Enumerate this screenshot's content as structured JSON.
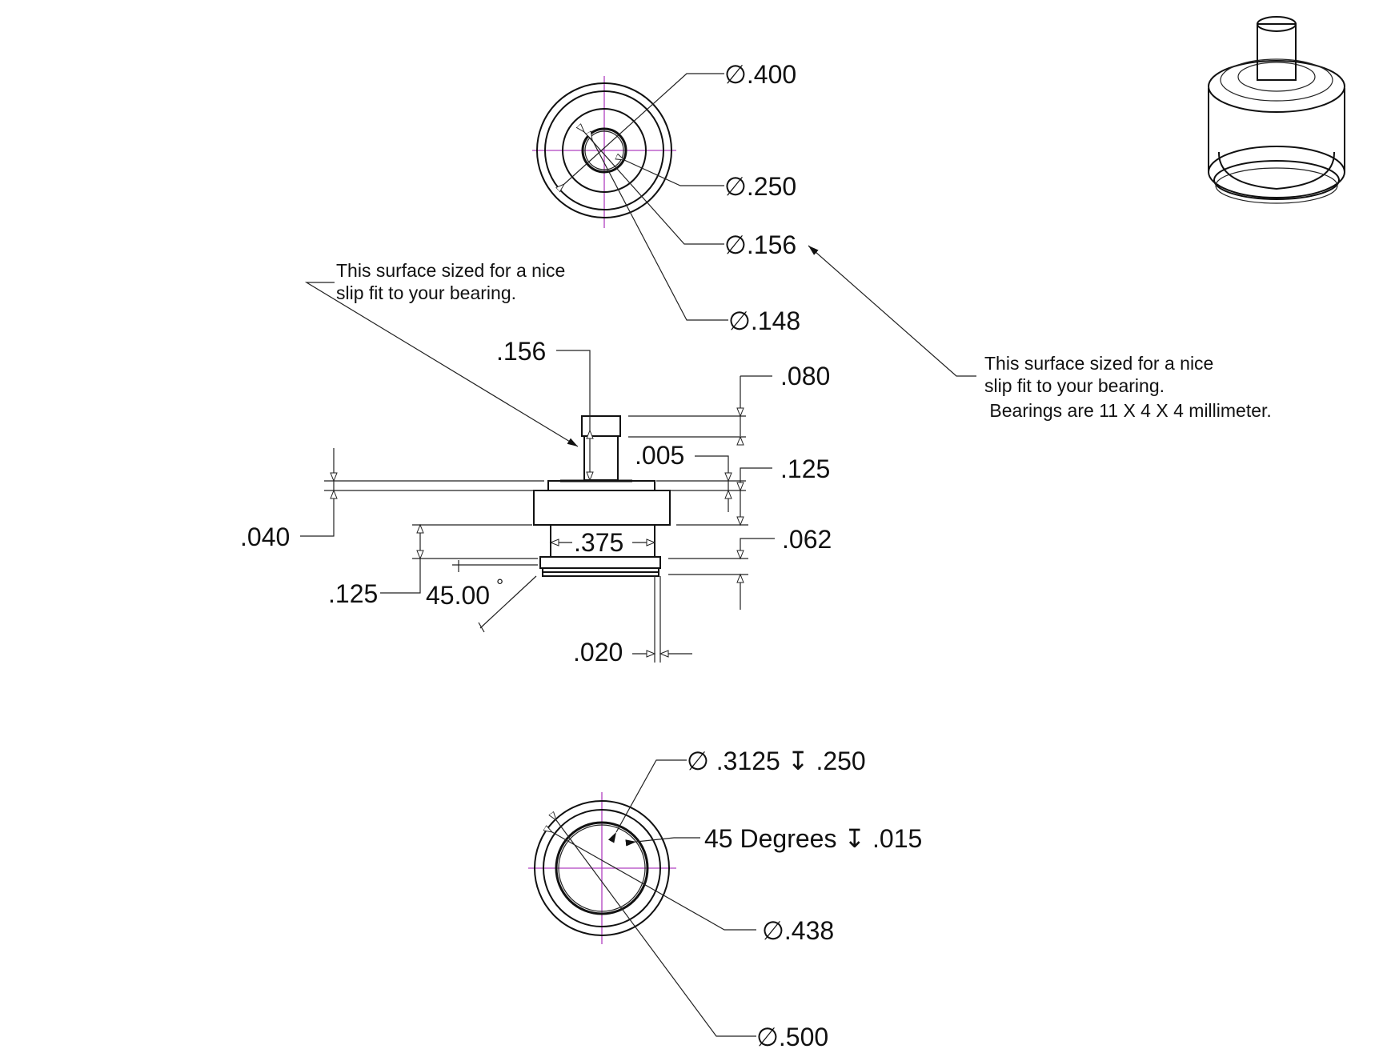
{
  "top_view": {
    "dims": [
      "∅.400",
      "∅.250",
      "∅.156",
      "∅.148"
    ]
  },
  "side_view": {
    "dims": {
      "d156": ".156",
      "d080": ".080",
      "d005": ".005",
      "d125r": ".125",
      "d040": ".040",
      "d375": ".375",
      "d062": ".062",
      "d125l": ".125",
      "angle": "45.00",
      "angle_deg_mark": "°",
      "d020": ".020"
    },
    "note_left": [
      "This surface sized for a nice",
      "slip fit to your bearing."
    ]
  },
  "note_right": [
    "This surface sized for a nice",
    "slip fit to your bearing.",
    " Bearings are 11 X 4 X 4 millimeter."
  ],
  "bottom_view": {
    "counterbore": "∅ .3125 ↧ .250",
    "chamfer": "45 Degrees ↧ .015",
    "d438": "∅.438",
    "d500": "∅.500"
  }
}
